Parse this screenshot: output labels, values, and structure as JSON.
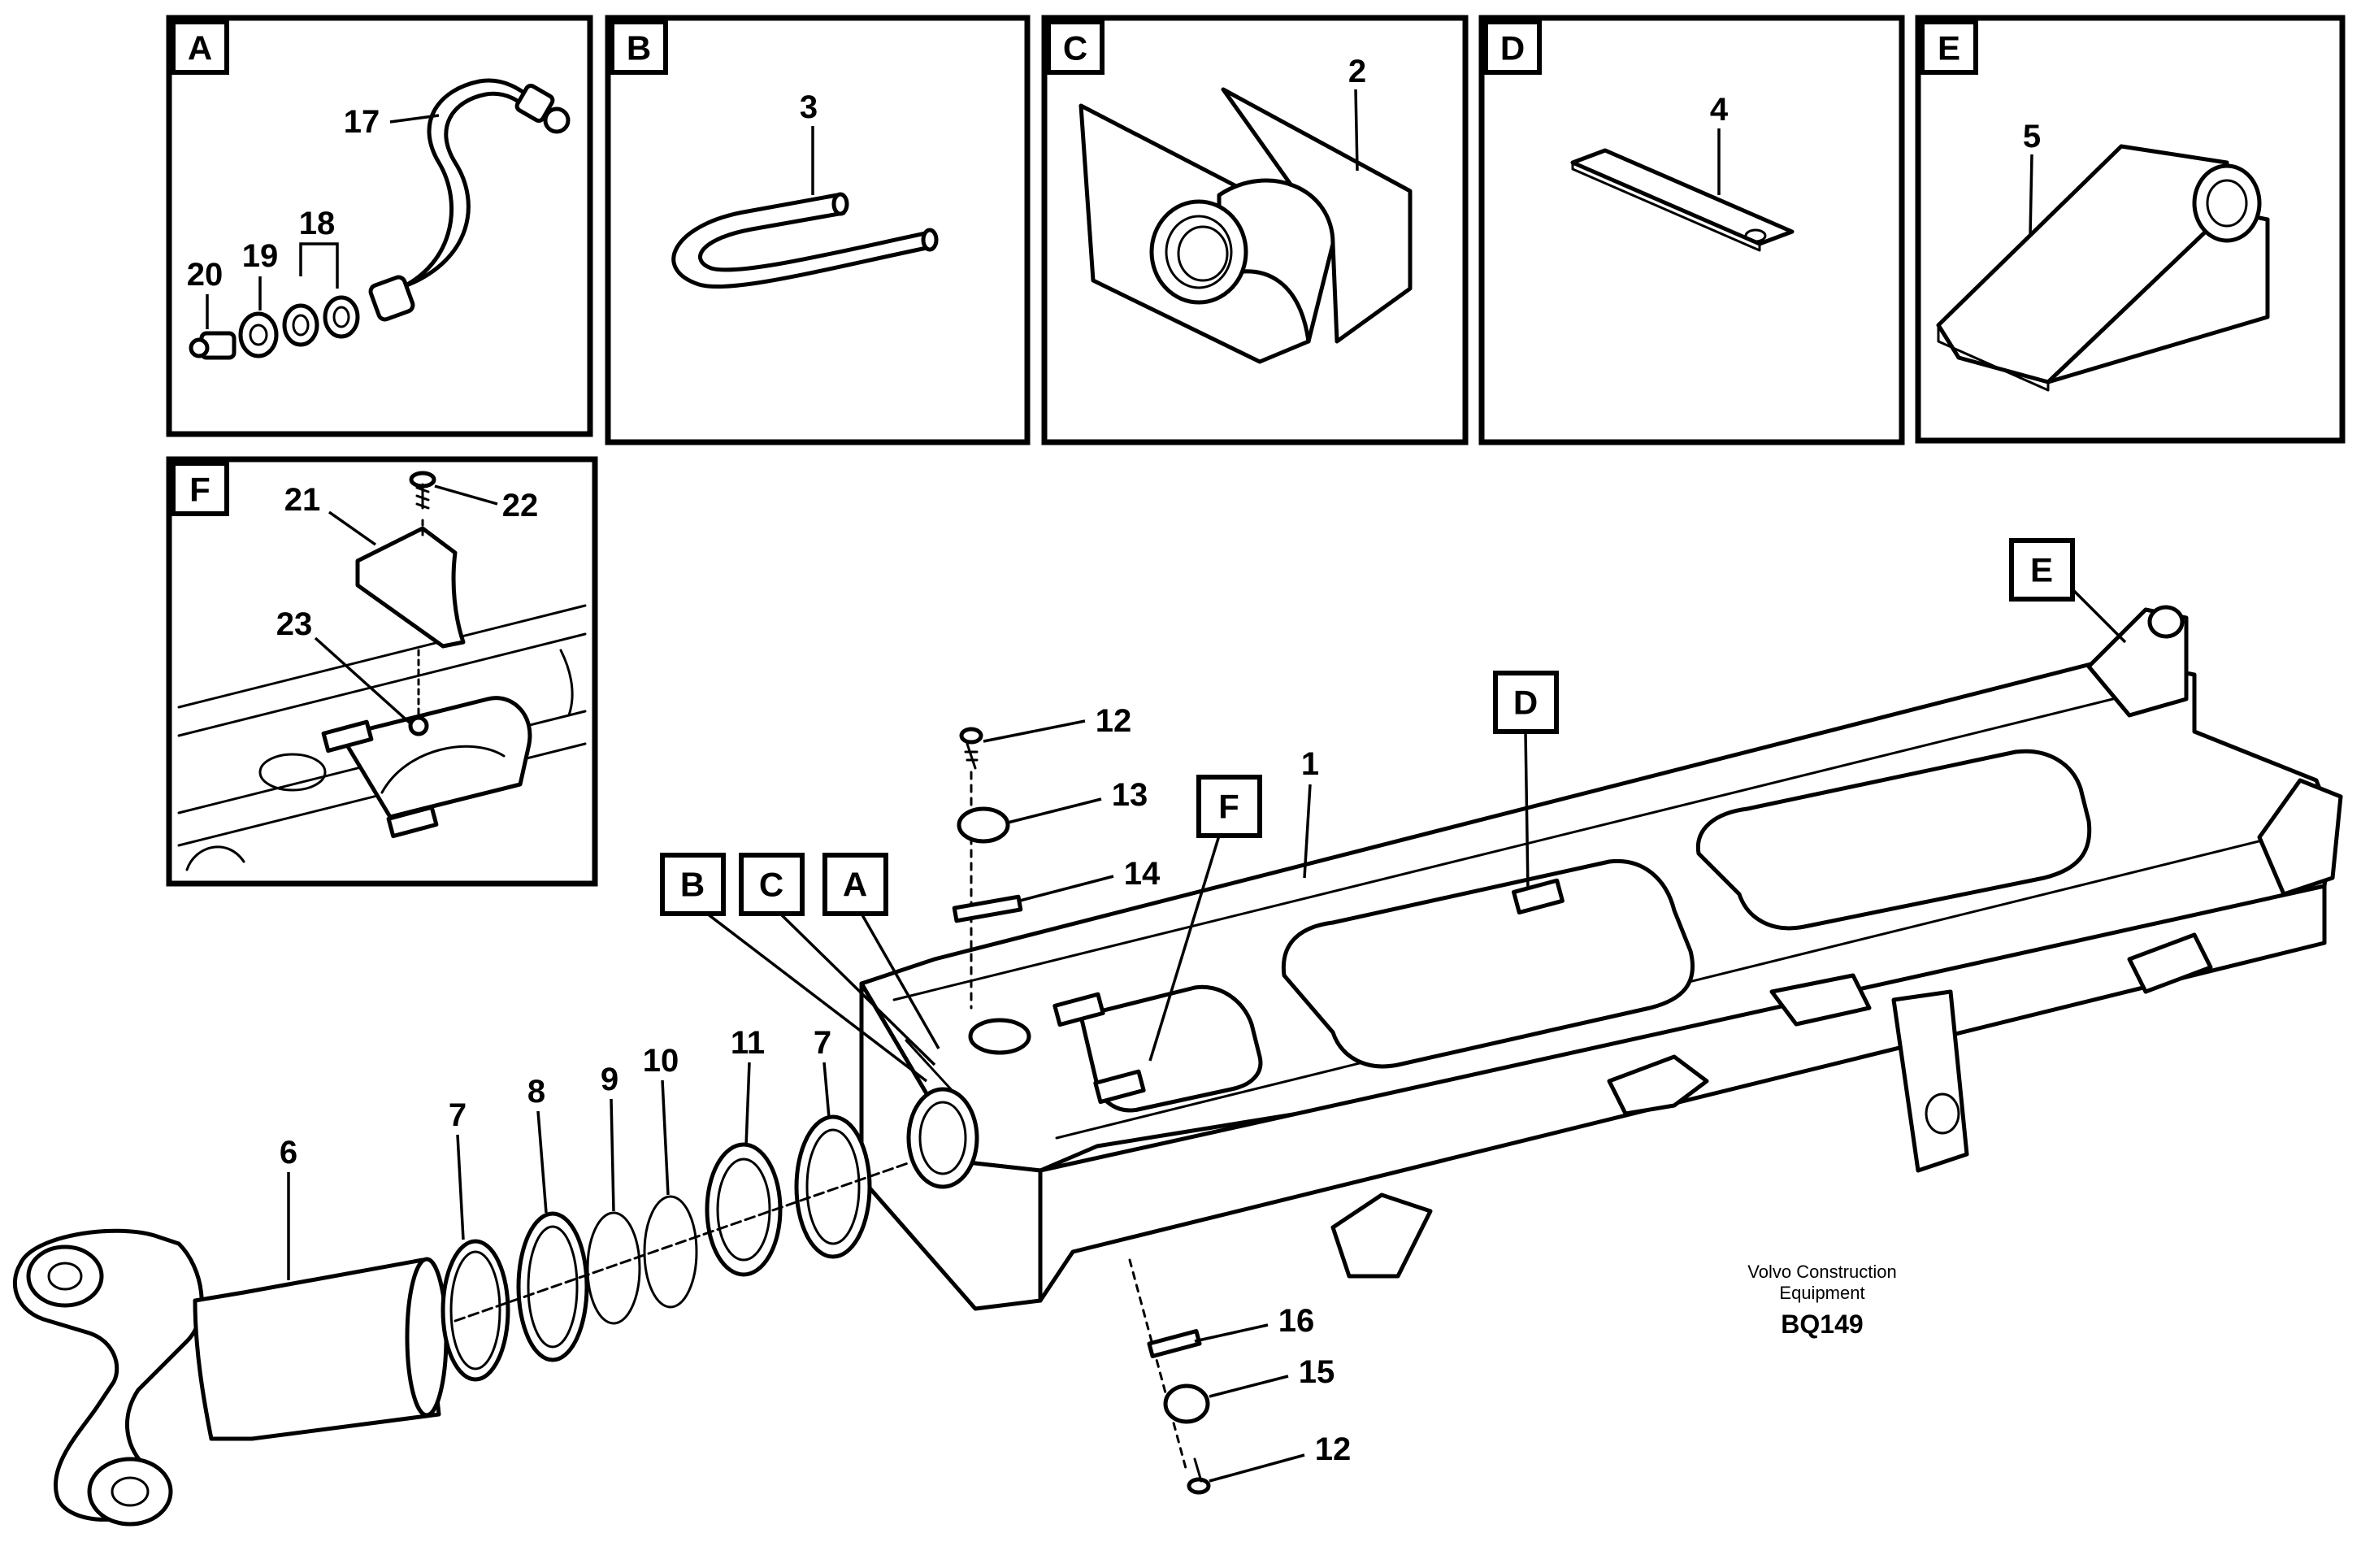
{
  "panels": [
    {
      "id": "A",
      "label": "A"
    },
    {
      "id": "B",
      "label": "B"
    },
    {
      "id": "C",
      "label": "C"
    },
    {
      "id": "D",
      "label": "D"
    },
    {
      "id": "E",
      "label": "E"
    },
    {
      "id": "F",
      "label": "F"
    }
  ],
  "part_numbers": {
    "p1": "1",
    "p2": "2",
    "p3": "3",
    "p4": "4",
    "p5": "5",
    "p6": "6",
    "p7a": "7",
    "p7b": "7",
    "p8": "8",
    "p9": "9",
    "p10": "10",
    "p11": "11",
    "p12a": "12",
    "p12b": "12",
    "p13": "13",
    "p14": "14",
    "p15": "15",
    "p16": "16",
    "p17": "17",
    "p18": "18",
    "p19": "19",
    "p20": "20",
    "p21": "21",
    "p22": "22",
    "p23": "23"
  },
  "callouts": {
    "a": "A",
    "b": "B",
    "c": "C",
    "d": "D",
    "e": "E",
    "f": "F"
  },
  "caption": {
    "line1": "Volvo Construction",
    "line2": "Equipment",
    "code": "BQ149"
  }
}
